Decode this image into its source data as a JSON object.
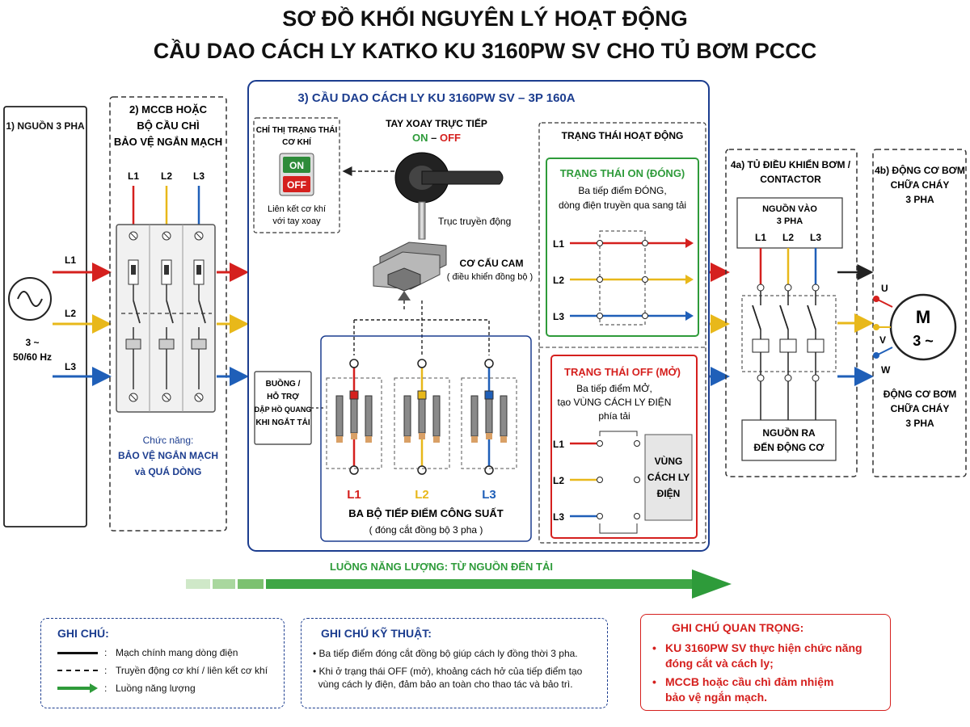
{
  "title": {
    "line1": "SƠ ĐỒ KHỐI NGUYÊN LÝ HOẠT ĐỘNG",
    "line2": "CẦU DAO CÁCH LY KATKO KU 3160PW SV CHO TỦ BƠM PCCC"
  },
  "source": {
    "label": "1) NGUỒN 3 PHA",
    "voltage": "3 ~",
    "freq": "50/60 Hz"
  },
  "phases": [
    "L1",
    "L2",
    "L3"
  ],
  "mccb": {
    "title": [
      "2) MCCB HOẶC",
      "BỘ CẦU CHÌ",
      "BẢO VỆ NGẮN MẠCH"
    ],
    "func_label": "Chức năng:",
    "func_text": [
      "BẢO VỆ NGẮN MẠCH",
      "và QUÁ DÒNG"
    ]
  },
  "switch": {
    "title": "3) CẦU DAO CÁCH LY KU 3160PW SV – 3P 160A",
    "indicator_title": [
      "CHỈ THỊ TRẠNG THÁI",
      "CƠ KHÍ"
    ],
    "on": "ON",
    "off": "OFF",
    "indicator_note": [
      "Liên kết cơ khí",
      "với tay xoay"
    ],
    "handle_title": "TAY XOAY TRỰC TIẾP",
    "handle_on": "ON",
    "handle_dash": " – ",
    "handle_off": "OFF",
    "shaft": "Trục truyền động",
    "cam": "CƠ CẤU CAM",
    "cam_sub": "( điều khiển đồng bộ )",
    "arc": [
      "BUỒNG /",
      "HỖ TRỢ",
      "DẬP HỒ QUANG",
      "KHI NGẮT TẢI"
    ],
    "contacts_title": "BA BỘ TIẾP ĐIỂM CÔNG SUẤT",
    "contacts_sub": "( đóng cắt đồng bộ 3 pha )"
  },
  "states": {
    "title": "TRẠNG THÁI HOẠT ĐỘNG",
    "on_title": "TRẠNG THÁI ON (ĐÓNG)",
    "on_desc": [
      "Ba tiếp điểm ĐÓNG,",
      "dòng điện truyền qua sang tải"
    ],
    "off_title": "TRẠNG THÁI OFF (MỞ)",
    "off_desc": [
      "Ba tiếp điểm MỞ,",
      "tạo VÙNG CÁCH LY ĐIỆN",
      "phía tải"
    ],
    "zone": [
      "VÙNG",
      "CÁCH LY",
      "ĐIỆN"
    ]
  },
  "contactor": {
    "title": [
      "4a) TỦ ĐIỀU KHIỂN BƠM /",
      "CONTACTOR"
    ],
    "in": [
      "NGUỒN VÀO",
      "3 PHA"
    ],
    "out": [
      "NGUỒN RA",
      "ĐẾN ĐỘNG CƠ"
    ]
  },
  "motor": {
    "title": [
      "4b) ĐỘNG CƠ BƠM",
      "CHỮA CHÁY",
      "3 PHA"
    ],
    "terminals": [
      "U",
      "V",
      "W"
    ],
    "m": "M",
    "m_sub": "3 ~",
    "caption": [
      "ĐỘNG CƠ BƠM",
      "CHỮA CHÁY",
      "3 PHA"
    ]
  },
  "energy": "LUỒNG NĂNG LƯỢNG:  TỪ NGUỒN ĐẾN TẢI",
  "notes": {
    "title": "GHI CHÚ:",
    "items": [
      "Mạch chính mang dòng điện",
      "Truyền động cơ khí / liên kết cơ khí",
      "Luồng năng lượng"
    ],
    "colon": ":"
  },
  "tech": {
    "title": "GHI CHÚ KỸ THUẬT:",
    "items": [
      [
        "Ba tiếp điểm đóng cắt đồng bộ giúp cách ly đồng thời 3 pha."
      ],
      [
        "Khi ở trạng thái OFF (mở), khoảng cách hở của tiếp điểm tạo",
        "vùng cách ly điện, đảm bảo an toàn cho thao tác và bảo trì."
      ]
    ]
  },
  "important": {
    "title": "GHI CHÚ QUAN TRỌNG:",
    "items": [
      [
        "KU 3160PW SV thực hiện chức năng",
        "đóng cắt và cách ly;"
      ],
      [
        "MCCB hoặc cầu chì đảm nhiệm",
        "bảo vệ ngắn mạch."
      ]
    ]
  },
  "colors": {
    "l1": "#d5201e",
    "l2": "#e8b81a",
    "l3": "#1f5fb8",
    "navy": "#1c3d8f",
    "green": "#2e9b3a",
    "red": "#d5201e"
  }
}
